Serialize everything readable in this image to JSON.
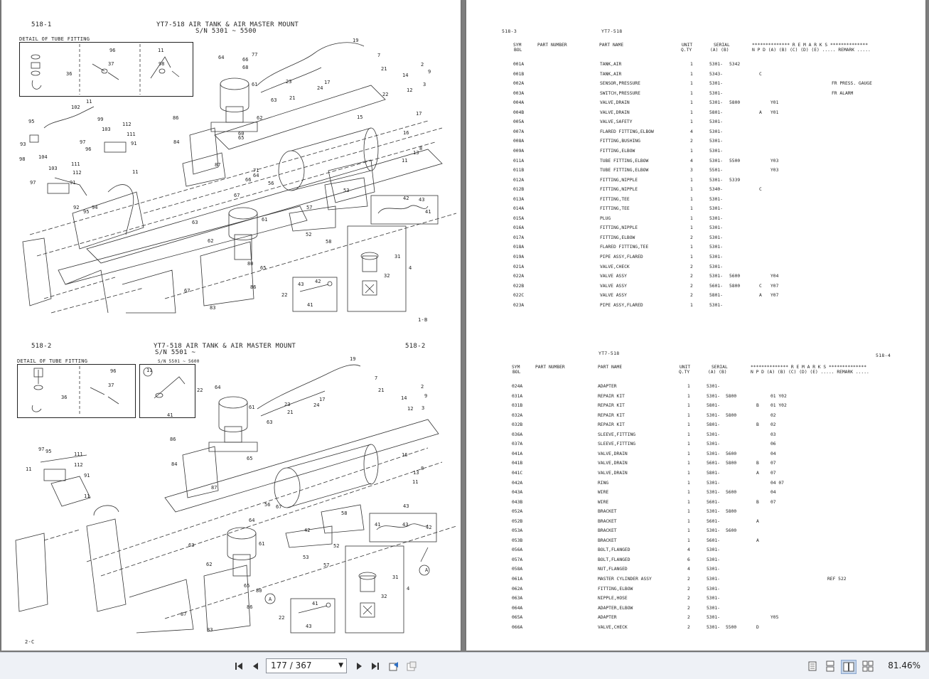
{
  "left_page": {
    "top": {
      "page_id": "518-1",
      "title": "YT7-518   AIR TANK & AIR MASTER MOUNT",
      "serial": "S/N 5301 ~ 5500",
      "detail_label": "DETAIL OF TUBE FITTING",
      "footer": "1-B"
    },
    "bottom": {
      "page_id": "518-2",
      "title": "YT7-518   AIR TANK & AIR MASTER MOUNT",
      "serial": "S/N 5501 ~",
      "detail_label": "DETAIL OF TUBE FITTING",
      "detail_a_label": "S/N 5501 ~ 5600",
      "footer": "2-C"
    },
    "callouts_top": [
      "77",
      "66",
      "68",
      "64",
      "61",
      "63",
      "62",
      "60",
      "65",
      "23",
      "21",
      "24",
      "17",
      "22",
      "19",
      "7",
      "21",
      "14",
      "2",
      "9",
      "12",
      "3",
      "15",
      "17",
      "16",
      "13",
      "8",
      "11",
      "86",
      "84",
      "87",
      "71",
      "64",
      "66",
      "56",
      "67",
      "63",
      "62",
      "61",
      "57",
      "58",
      "53",
      "52",
      "42",
      "43",
      "41",
      "31",
      "32",
      "4",
      "80",
      "65",
      "86",
      "67",
      "83",
      "22",
      "43",
      "42",
      "41",
      "102",
      "11",
      "99",
      "103",
      "112",
      "111",
      "91",
      "97",
      "96",
      "11",
      "93",
      "95",
      "98",
      "104",
      "103",
      "111",
      "112",
      "91",
      "97",
      "92",
      "95",
      "94",
      "37",
      "96",
      "36",
      "11",
      "98",
      "36"
    ],
    "callouts_bottom": [
      "19",
      "7",
      "21",
      "2",
      "9",
      "14",
      "12",
      "3",
      "64",
      "61",
      "63",
      "23",
      "21",
      "24",
      "17",
      "16",
      "13",
      "8",
      "11",
      "86",
      "84",
      "87",
      "65",
      "56",
      "67",
      "64",
      "61",
      "62",
      "63",
      "65",
      "80",
      "86",
      "87",
      "83",
      "22",
      "41",
      "43",
      "42",
      "57",
      "58",
      "53",
      "52",
      "43",
      "41",
      "31",
      "32",
      "4",
      "97",
      "95",
      "111",
      "112",
      "91",
      "11",
      "11",
      "43",
      "42",
      "22",
      "41",
      "96",
      "37",
      "36",
      "11",
      "A",
      "A",
      "A"
    ]
  },
  "right_page": {
    "table1": {
      "page_id": "518-3",
      "model": "YT7-518",
      "footer_id": "",
      "headers": {
        "sym": "SYM",
        "bol": "BOL",
        "part_number": "PART NUMBER",
        "part_name": "PART NAME",
        "unit": "UNIT",
        "qty": "Q.TY",
        "serial": "SERIAL",
        "serial_ab": "(A)   (B)",
        "remarks": "************** R E M A R K S **************",
        "remarks_sub": "N P D (A) (B) (C) (D) (E)  ..... REMARK ....."
      },
      "rows": [
        {
          "sym": "001A",
          "name": "TANK,AIR",
          "qty": "1",
          "a": "5301-",
          "b": "5342",
          "npd": "",
          "code": "",
          "remark": ""
        },
        {
          "sym": "001B",
          "name": "TANK,AIR",
          "qty": "1",
          "a": "5343-",
          "b": "",
          "npd": "C",
          "code": "",
          "remark": ""
        },
        {
          "sym": "002A",
          "name": "SENSOR,PRESSURE",
          "qty": "1",
          "a": "5301-",
          "b": "",
          "npd": "",
          "code": "",
          "remark": "FR PRESS. GAUGE"
        },
        {
          "sym": "003A",
          "name": "SWITCH,PRESSURE",
          "qty": "1",
          "a": "5301-",
          "b": "",
          "npd": "",
          "code": "",
          "remark": "FR ALARM"
        },
        {
          "sym": "004A",
          "name": "VALVE,DRAIN",
          "qty": "1",
          "a": "5301-",
          "b": "5800",
          "npd": "",
          "code": "Y01",
          "remark": ""
        },
        {
          "sym": "004B",
          "name": "VALVE,DRAIN",
          "qty": "1",
          "a": "5801-",
          "b": "",
          "npd": "A",
          "code": "Y01",
          "remark": ""
        },
        {
          "sym": "005A",
          "name": "VALVE,SAFETY",
          "qty": "1",
          "a": "5301-",
          "b": "",
          "npd": "",
          "code": "",
          "remark": ""
        },
        {
          "sym": "007A",
          "name": "FLARED FITTING,ELBOW",
          "qty": "4",
          "a": "5301-",
          "b": "",
          "npd": "",
          "code": "",
          "remark": ""
        },
        {
          "sym": "008A",
          "name": "FITTING,BUSHING",
          "qty": "2",
          "a": "5301-",
          "b": "",
          "npd": "",
          "code": "",
          "remark": ""
        },
        {
          "sym": "009A",
          "name": "FITTING,ELBOW",
          "qty": "1",
          "a": "5301-",
          "b": "",
          "npd": "",
          "code": "",
          "remark": ""
        },
        {
          "sym": "011A",
          "name": "TUBE FITTING,ELBOW",
          "qty": "4",
          "a": "5301-",
          "b": "5500",
          "npd": "",
          "code": "Y03",
          "remark": ""
        },
        {
          "sym": "011B",
          "name": "TUBE FITTING,ELBOW",
          "qty": "3",
          "a": "5501-",
          "b": "",
          "npd": "",
          "code": "Y03",
          "remark": ""
        },
        {
          "sym": "012A",
          "name": "FITTING,NIPPLE",
          "qty": "1",
          "a": "5301-",
          "b": "5339",
          "npd": "",
          "code": "",
          "remark": ""
        },
        {
          "sym": "012B",
          "name": "FITTING,NIPPLE",
          "qty": "1",
          "a": "5340-",
          "b": "",
          "npd": "C",
          "code": "",
          "remark": ""
        },
        {
          "sym": "013A",
          "name": "FITTING,TEE",
          "qty": "1",
          "a": "5301-",
          "b": "",
          "npd": "",
          "code": "",
          "remark": ""
        },
        {
          "sym": "014A",
          "name": "FITTING,TEE",
          "qty": "1",
          "a": "5301-",
          "b": "",
          "npd": "",
          "code": "",
          "remark": ""
        },
        {
          "sym": "015A",
          "name": "PLUG",
          "qty": "1",
          "a": "5301-",
          "b": "",
          "npd": "",
          "code": "",
          "remark": ""
        },
        {
          "sym": "016A",
          "name": "FITTING,NIPPLE",
          "qty": "1",
          "a": "5301-",
          "b": "",
          "npd": "",
          "code": "",
          "remark": ""
        },
        {
          "sym": "017A",
          "name": "FITTING,ELBOW",
          "qty": "2",
          "a": "5301-",
          "b": "",
          "npd": "",
          "code": "",
          "remark": ""
        },
        {
          "sym": "018A",
          "name": "FLARED FITTING,TEE",
          "qty": "1",
          "a": "5301-",
          "b": "",
          "npd": "",
          "code": "",
          "remark": ""
        },
        {
          "sym": "019A",
          "name": "PIPE ASSY,FLARED",
          "qty": "1",
          "a": "5301-",
          "b": "",
          "npd": "",
          "code": "",
          "remark": ""
        },
        {
          "sym": "021A",
          "name": "VALVE,CHECK",
          "qty": "2",
          "a": "5301-",
          "b": "",
          "npd": "",
          "code": "",
          "remark": ""
        },
        {
          "sym": "022A",
          "name": "VALVE ASSY",
          "qty": "2",
          "a": "5301-",
          "b": "5600",
          "npd": "",
          "code": "Y04",
          "remark": ""
        },
        {
          "sym": "022B",
          "name": "VALVE ASSY",
          "qty": "2",
          "a": "5601-",
          "b": "5800",
          "npd": "C",
          "code": "Y07",
          "remark": ""
        },
        {
          "sym": "022C",
          "name": "VALVE ASSY",
          "qty": "2",
          "a": "5801-",
          "b": "",
          "npd": "A",
          "code": "Y07",
          "remark": ""
        },
        {
          "sym": "023A",
          "name": "PIPE ASSY,FLARED",
          "qty": "1",
          "a": "5301-",
          "b": "",
          "npd": "",
          "code": "",
          "remark": ""
        }
      ]
    },
    "table2": {
      "page_id": "518-4",
      "model": "YT7-518",
      "rows": [
        {
          "sym": "024A",
          "name": "ADAPTER",
          "qty": "1",
          "a": "5301-",
          "b": "",
          "npd": "",
          "code": "",
          "remark": ""
        },
        {
          "sym": "031A",
          "name": "REPAIR KIT",
          "qty": "1",
          "a": "5301-",
          "b": "5800",
          "npd": "",
          "code": "01 Y02",
          "remark": ""
        },
        {
          "sym": "031B",
          "name": "REPAIR KIT",
          "qty": "1",
          "a": "5801-",
          "b": "",
          "npd": "B",
          "code": "01 Y02",
          "remark": ""
        },
        {
          "sym": "032A",
          "name": "REPAIR KIT",
          "qty": "1",
          "a": "5301-",
          "b": "5800",
          "npd": "",
          "code": "02",
          "remark": ""
        },
        {
          "sym": "032B",
          "name": "REPAIR KIT",
          "qty": "1",
          "a": "5801-",
          "b": "",
          "npd": "B",
          "code": "02",
          "remark": ""
        },
        {
          "sym": "036A",
          "name": "SLEEVE,FITTING",
          "qty": "1",
          "a": "5301-",
          "b": "",
          "npd": "",
          "code": "03",
          "remark": ""
        },
        {
          "sym": "037A",
          "name": "SLEEVE,FITTING",
          "qty": "1",
          "a": "5301-",
          "b": "",
          "npd": "",
          "code": "06",
          "remark": ""
        },
        {
          "sym": "041A",
          "name": "VALVE,DRAIN",
          "qty": "1",
          "a": "5301-",
          "b": "5600",
          "npd": "",
          "code": "04",
          "remark": ""
        },
        {
          "sym": "041B",
          "name": "VALVE,DRAIN",
          "qty": "1",
          "a": "5601-",
          "b": "5800",
          "npd": "B",
          "code": "07",
          "remark": ""
        },
        {
          "sym": "041C",
          "name": "VALVE,DRAIN",
          "qty": "1",
          "a": "5801-",
          "b": "",
          "npd": "A",
          "code": "07",
          "remark": ""
        },
        {
          "sym": "042A",
          "name": "RING",
          "qty": "1",
          "a": "5301-",
          "b": "",
          "npd": "",
          "code": "04  07",
          "remark": ""
        },
        {
          "sym": "043A",
          "name": "WIRE",
          "qty": "1",
          "a": "5301-",
          "b": "5600",
          "npd": "",
          "code": "04",
          "remark": ""
        },
        {
          "sym": "043B",
          "name": "WIRE",
          "qty": "1",
          "a": "5601-",
          "b": "",
          "npd": "B",
          "code": "07",
          "remark": ""
        },
        {
          "sym": "052A",
          "name": "BRACKET",
          "qty": "1",
          "a": "5301-",
          "b": "5800",
          "npd": "",
          "code": "",
          "remark": ""
        },
        {
          "sym": "052B",
          "name": "BRACKET",
          "qty": "1",
          "a": "5601-",
          "b": "",
          "npd": "A",
          "code": "",
          "remark": ""
        },
        {
          "sym": "053A",
          "name": "BRACKET",
          "qty": "1",
          "a": "5301-",
          "b": "5600",
          "npd": "",
          "code": "",
          "remark": ""
        },
        {
          "sym": "053B",
          "name": "BRACKET",
          "qty": "1",
          "a": "5601-",
          "b": "",
          "npd": "A",
          "code": "",
          "remark": ""
        },
        {
          "sym": "056A",
          "name": "BOLT,FLANGED",
          "qty": "4",
          "a": "5301-",
          "b": "",
          "npd": "",
          "code": "",
          "remark": ""
        },
        {
          "sym": "057A",
          "name": "BOLT,FLANGED",
          "qty": "6",
          "a": "5301-",
          "b": "",
          "npd": "",
          "code": "",
          "remark": ""
        },
        {
          "sym": "058A",
          "name": "NUT,FLANGED",
          "qty": "4",
          "a": "5301-",
          "b": "",
          "npd": "",
          "code": "",
          "remark": ""
        },
        {
          "sym": "061A",
          "name": "MASTER CYLINDER ASSY",
          "qty": "2",
          "a": "5301-",
          "b": "",
          "npd": "",
          "code": "",
          "remark": "REF 522"
        },
        {
          "sym": "062A",
          "name": "FITTING,ELBOW",
          "qty": "2",
          "a": "5301-",
          "b": "",
          "npd": "",
          "code": "",
          "remark": ""
        },
        {
          "sym": "063A",
          "name": "NIPPLE,HOSE",
          "qty": "2",
          "a": "5301-",
          "b": "",
          "npd": "",
          "code": "",
          "remark": ""
        },
        {
          "sym": "064A",
          "name": "ADAPTER,ELBOW",
          "qty": "2",
          "a": "5301-",
          "b": "",
          "npd": "",
          "code": "",
          "remark": ""
        },
        {
          "sym": "065A",
          "name": "ADAPTER",
          "qty": "2",
          "a": "5301-",
          "b": "",
          "npd": "",
          "code": "Y05",
          "remark": ""
        },
        {
          "sym": "066A",
          "name": "VALVE,CHECK",
          "qty": "2",
          "a": "5301-",
          "b": "5500",
          "npd": "D",
          "code": "",
          "remark": ""
        }
      ]
    }
  },
  "statusbar": {
    "page_indicator": "177 / 367",
    "zoom": "81.46%",
    "icons": [
      "first-page-icon",
      "prev-page-icon",
      "next-page-icon",
      "last-page-icon",
      "back-view-icon",
      "forward-view-icon",
      "single-page-icon",
      "continuous-icon",
      "facing-icon",
      "continuous-facing-icon"
    ]
  }
}
